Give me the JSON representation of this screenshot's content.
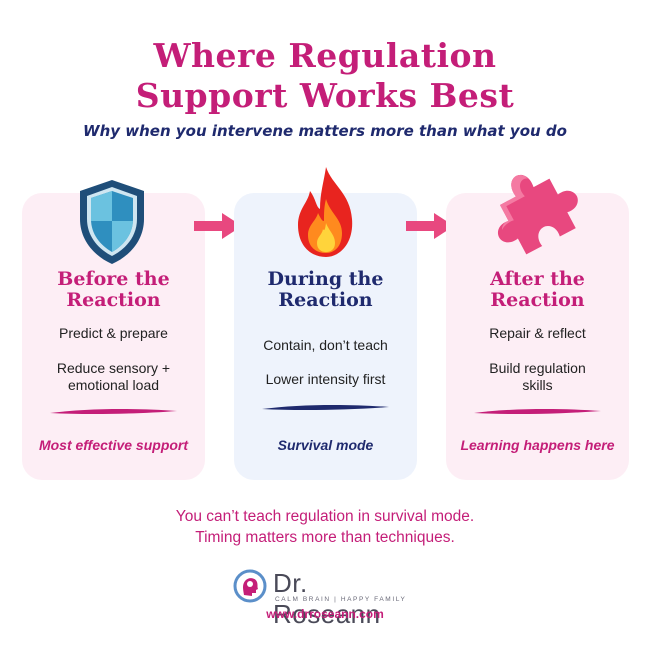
{
  "header": {
    "title_line1": "Where Regulation",
    "title_line2": "Support Works Best",
    "subtitle": "Why when you intervene matters more than what you do"
  },
  "cards": [
    {
      "icon": "shield-icon",
      "heading_line1": "Before the",
      "heading_line2": "Reaction",
      "bullets": [
        "Predict & prepare",
        "Reduce sensory +",
        "emotional load"
      ],
      "note": "Most effective support"
    },
    {
      "icon": "fire-icon",
      "heading_line1": "During the",
      "heading_line2": "Reaction",
      "bullets": [
        "Contain, don’t teach",
        "Lower intensity first"
      ],
      "note": "Survival mode"
    },
    {
      "icon": "puzzle-piece-icon",
      "heading_line1": "After the",
      "heading_line2": "Reaction",
      "bullets": [
        "Repair & reflect",
        "Build regulation",
        "skills"
      ],
      "note": "Learning happens here"
    }
  ],
  "arrows": [
    "arrow-right-icon",
    "arrow-right-icon"
  ],
  "bottom": {
    "line1": "You can’t teach regulation in survival mode.",
    "line2": "Timing matters more than techniques."
  },
  "brand": {
    "logo_icon": "head-profile-icon",
    "name": "Dr. Roseann",
    "tagline": "CALM BRAIN | HAPPY FAMILY",
    "url": "www.drroseann.com"
  },
  "colors": {
    "accent_pink": "#c41e78",
    "navy": "#1f2a6e",
    "card_pink_bg": "#fdeef5",
    "card_blue_bg": "#eef3fc",
    "arrow_pink": "#e8487f"
  }
}
